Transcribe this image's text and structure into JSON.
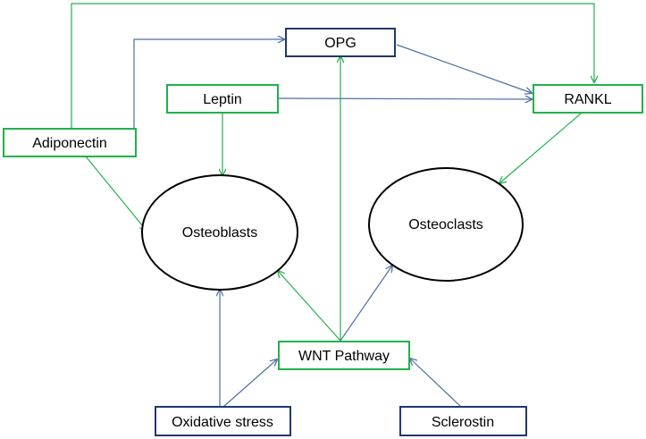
{
  "colors": {
    "green": "#22b14c",
    "blue": "#4e6fa3",
    "box_green_border": "#22b14c",
    "box_blue_border": "#1f3a6b",
    "ellipse_border": "#000000",
    "background": "#ffffff"
  },
  "nodes": {
    "opg": "OPG",
    "leptin": "Leptin",
    "rankl": "RANKL",
    "adiponectin": "Adiponectin",
    "osteoblasts": "Osteoblasts",
    "osteoclasts": "Osteoclasts",
    "wnt": "WNT Pathway",
    "oxidative": "Oxidative stress",
    "sclerostin": "Sclerostin"
  },
  "edges": [
    {
      "from": "adiponectin",
      "to": "rankl",
      "color": "green"
    },
    {
      "from": "adiponectin",
      "to": "opg",
      "color": "blue"
    },
    {
      "from": "adiponectin",
      "to": "osteoblasts",
      "color": "green"
    },
    {
      "from": "opg",
      "to": "rankl",
      "color": "blue"
    },
    {
      "from": "leptin",
      "to": "rankl",
      "color": "blue"
    },
    {
      "from": "leptin",
      "to": "osteoblasts",
      "color": "green"
    },
    {
      "from": "rankl",
      "to": "osteoclasts",
      "color": "green"
    },
    {
      "from": "wnt",
      "to": "opg",
      "color": "green"
    },
    {
      "from": "wnt",
      "to": "osteoblasts",
      "color": "green"
    },
    {
      "from": "wnt",
      "to": "osteoclasts",
      "color": "blue"
    },
    {
      "from": "oxidative",
      "to": "osteoblasts",
      "color": "blue"
    },
    {
      "from": "oxidative",
      "to": "wnt",
      "color": "blue"
    },
    {
      "from": "sclerostin",
      "to": "wnt",
      "color": "blue"
    }
  ]
}
